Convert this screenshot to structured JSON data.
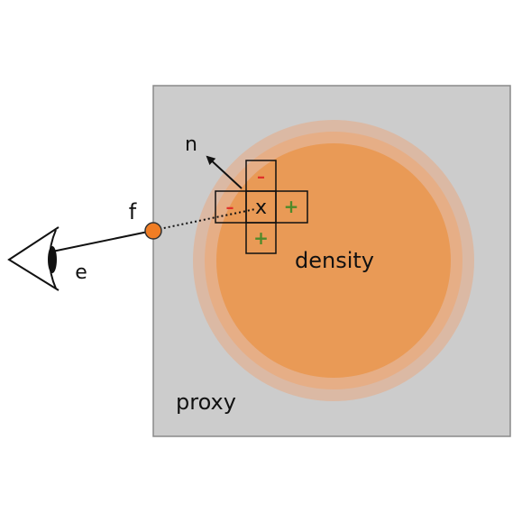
{
  "labels": {
    "proxy": "proxy",
    "density": "density",
    "normal": "n",
    "eye": "e",
    "entry_point": "f",
    "sample_point": "x"
  },
  "stencil": {
    "top": "–",
    "left": "–",
    "right": "+",
    "bottom": "+"
  },
  "colors": {
    "proxy_fill": "#cccccc",
    "proxy_stroke": "#8a8a8a",
    "density_core": "#e99a56",
    "density_mid": "#e6ae86",
    "density_outer": "#dbb9a4",
    "entry_point": "#f07d24",
    "negative": "#e0322a",
    "positive": "#4e8a2a",
    "ink": "#111111"
  }
}
